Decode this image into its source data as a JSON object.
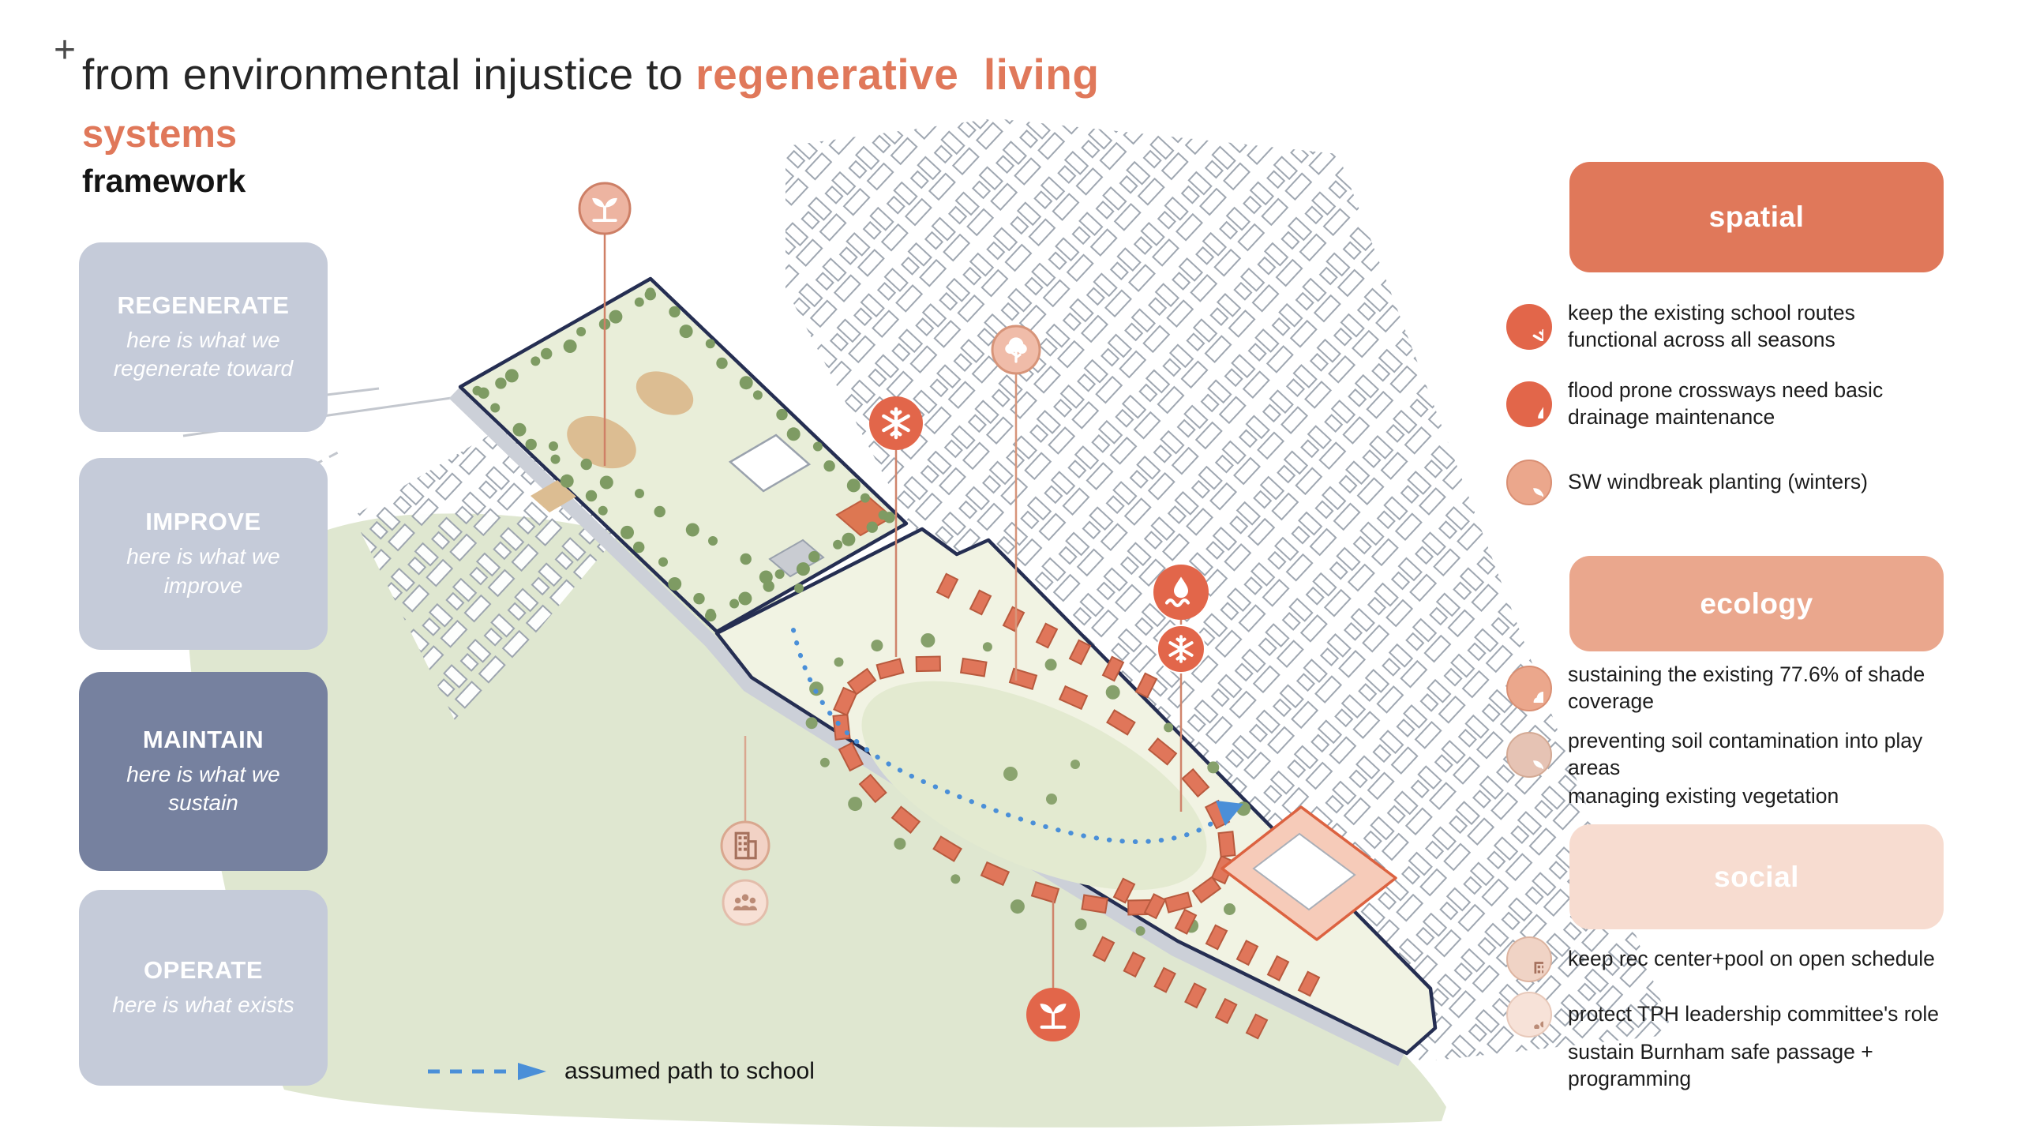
{
  "title": {
    "plus": "+",
    "prefix": "from environmental injustice to ",
    "highlight": "regenerative  living",
    "line2": "systems",
    "line3": "framework"
  },
  "framework_stages": {
    "items": [
      {
        "label": "REGENERATE",
        "description": "here is what we regenerate toward",
        "state": "inactive"
      },
      {
        "label": "IMPROVE",
        "description": "here is what we improve",
        "state": "inactive"
      },
      {
        "label": "MAINTAIN",
        "description": "here is what we sustain",
        "state": "active"
      },
      {
        "label": "OPERATE",
        "description": "here is what exists",
        "state": "inactive"
      }
    ]
  },
  "panels": [
    {
      "title": "spatial",
      "color": "#e0785a",
      "items": [
        {
          "icon": "snowflake-icon",
          "text": "keep the existing school routes functional across all seasons"
        },
        {
          "icon": "flood-icon",
          "text": "flood prone crossways need basic drainage maintenance"
        },
        {
          "icon": "windbreak-planting-icon",
          "text": "SW windbreak planting (winters)"
        }
      ]
    },
    {
      "title": "ecology",
      "color": "#eaa78d",
      "items": [
        {
          "icon": "shade-tree-icon",
          "text": "sustaining the existing 77.6% of shade coverage"
        },
        {
          "icon": "soil-planting-icon",
          "text": "preventing soil contamination into play areas"
        },
        {
          "icon": null,
          "text": "managing existing vegetation"
        }
      ]
    },
    {
      "title": "social",
      "color": "#f7dcd0",
      "items": [
        {
          "icon": "rec-center-icon",
          "text": "keep rec center+pool on open schedule"
        },
        {
          "icon": "community-icon",
          "text": "protect TPH leadership committee's role"
        },
        {
          "icon": null,
          "text": "sustain Burnham safe passage + programming"
        }
      ]
    }
  ],
  "legend": {
    "path_label": "assumed path to school"
  },
  "map": {
    "pins": [
      "planting-pin",
      "shade-tree-pin",
      "snowflake-pin",
      "flood-pin",
      "snowflake-pin",
      "rec-center-pin",
      "community-pin",
      "planting-pin"
    ],
    "colors": {
      "accent_orange": "#e0785a",
      "pin_solid": "#e2664a",
      "site_outline": "#252e52",
      "path_blue": "#4a8fd8",
      "park_green": "#e9eed9",
      "landscape_green": "#dfe7d0"
    }
  }
}
